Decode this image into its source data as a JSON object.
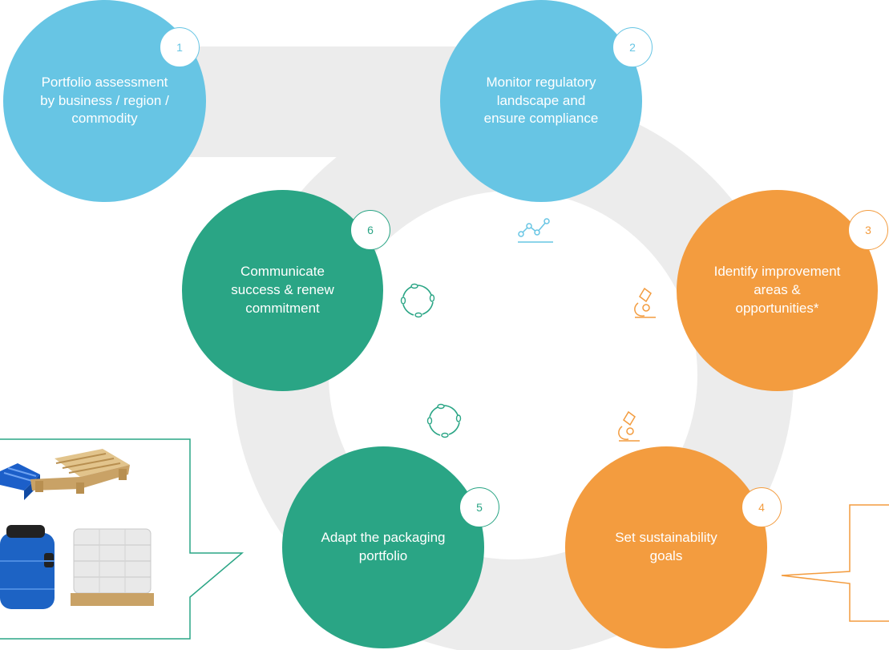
{
  "steps": [
    {
      "number": "1",
      "label": "Portfolio assessment by business / region / commodity"
    },
    {
      "number": "2",
      "label": "Monitor regulatory landscape and ensure compliance"
    },
    {
      "number": "3",
      "label": "Identify improvement areas & opportunities*"
    },
    {
      "number": "4",
      "label": "Set sustainability goals"
    },
    {
      "number": "5",
      "label": "Adapt the packaging portfolio"
    },
    {
      "number": "6",
      "label": "Communicate success & renew commitment"
    }
  ],
  "colors": {
    "blue": "#67c5e4",
    "orange": "#f39c3f",
    "green": "#2aa585",
    "ring": "#ececec"
  },
  "icons": {
    "monitor": "line-chart-icon",
    "identify": "microscope-icon",
    "set_goals": "microscope-icon",
    "communicate": "cycle-icon",
    "adapt": "cycle-icon"
  },
  "callouts": {
    "left": "packaging-examples-callout",
    "right": "empty-callout"
  }
}
